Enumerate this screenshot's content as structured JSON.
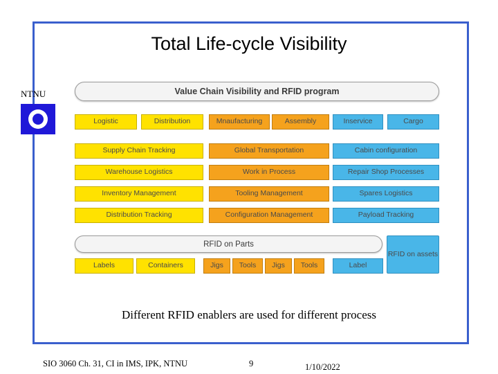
{
  "slide": {
    "title": "Total Life-cycle Visibility",
    "caption": "Different RFID enablers are used for different process",
    "org_label": "NTNU",
    "footer": {
      "left": "SIO 3060 Ch. 31, CI in IMS, IPK, NTNU",
      "page": "9",
      "date": "1/10/2022"
    },
    "frame_color": "#3a5fcd"
  },
  "diagram": {
    "header_bar": "Value Chain Visibility and RFID program",
    "rfid_on_parts_bar": "RFID on Parts",
    "rfid_on_assets_box": "RFID on assets",
    "column_headers": [
      "Logistic",
      "Distribution",
      "Mnaufacturing",
      "Assembly",
      "Inservice",
      "Cargo"
    ],
    "rows": [
      {
        "yellow": "Supply Chain Tracking",
        "orange": "Global Transportation",
        "blue": "Cabin configuration"
      },
      {
        "yellow": "Warehouse Logistics",
        "orange": "Work in Process",
        "blue": "Repair Shop Processes"
      },
      {
        "yellow": "Inventory Management",
        "orange": "Tooling Management",
        "blue": "Spares Logistics"
      },
      {
        "yellow": "Distribution Tracking",
        "orange": "Configuration Management",
        "blue": "Payload Tracking"
      }
    ],
    "bottom_items": [
      "Labels",
      "Containers",
      "Jigs",
      "Tools",
      "Jigs",
      "Tools",
      "Label"
    ],
    "colors": {
      "yellow": "#ffe200",
      "orange": "#f5a21d",
      "blue": "#49b6e8",
      "white": "#fbfbfb"
    }
  }
}
